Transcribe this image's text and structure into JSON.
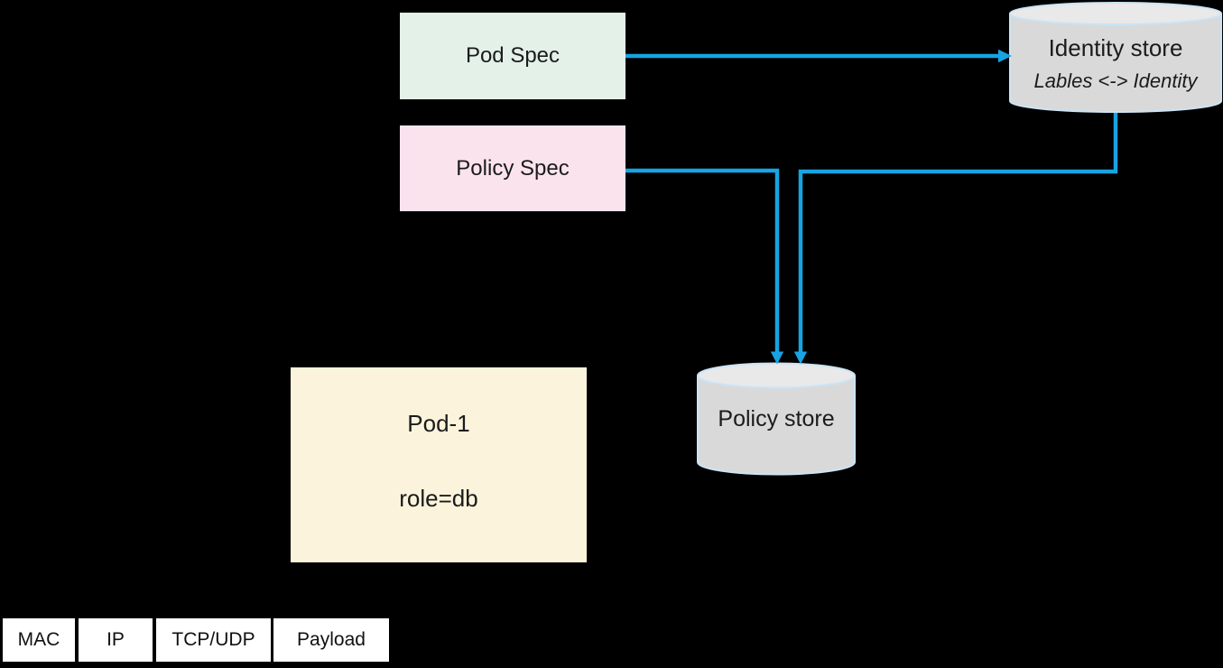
{
  "diagram": {
    "colors": {
      "background": "#000000",
      "arrow": "#18A3E3",
      "cylinder_body": "#D9D9D9",
      "cylinder_top": "#E9E9E9",
      "cylinder_stroke": "#CBE4F6",
      "text": "#1B1B1B",
      "packet_cell_bg": "#FFFFFF"
    },
    "edges": [
      {
        "from": "Pod Spec",
        "to": "Identity store"
      },
      {
        "from": "Policy Spec",
        "to": "Policy store"
      },
      {
        "from": "Identity store",
        "to": "Policy store"
      }
    ]
  },
  "nodes": {
    "pod_spec": {
      "label": "Pod Spec",
      "fill": "#E3F1E9"
    },
    "policy_spec": {
      "label": "Policy Spec",
      "fill": "#FBE3ED"
    },
    "pod1": {
      "title": "Pod-1",
      "subtitle": "role=db",
      "fill": "#FBF3DB"
    },
    "identity_store": {
      "title": "Identity store",
      "subtitle": "Lables <-> Identity"
    },
    "policy_store": {
      "label": "Policy store"
    }
  },
  "packet": {
    "cells": [
      {
        "label": "MAC"
      },
      {
        "label": "IP"
      },
      {
        "label": "TCP/UDP"
      },
      {
        "label": "Payload"
      }
    ]
  }
}
